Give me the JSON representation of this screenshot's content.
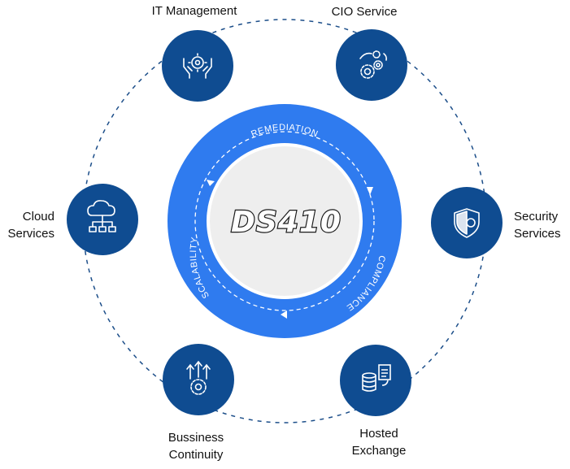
{
  "logo_text": "DS410",
  "ring_labels": {
    "top": "REMEDIATION",
    "right": "COMPLIANCE",
    "left": "SCALABILITY"
  },
  "services": [
    {
      "id": "it-management",
      "lines": [
        "IT Management"
      ],
      "icon": "hands-gear-icon"
    },
    {
      "id": "cio-service",
      "lines": [
        "CIO Service"
      ],
      "icon": "gears-icon"
    },
    {
      "id": "security-services",
      "lines": [
        "Security",
        "Services"
      ],
      "icon": "shield-gear-icon"
    },
    {
      "id": "hosted-exchange",
      "lines": [
        "Hosted",
        "Exchange"
      ],
      "icon": "database-documents-icon"
    },
    {
      "id": "business-continuity",
      "lines": [
        "Bussiness",
        "Continuity"
      ],
      "icon": "gear-arrows-up-icon"
    },
    {
      "id": "cloud-services",
      "lines": [
        "Cloud",
        "Services"
      ],
      "icon": "cloud-network-icon"
    }
  ],
  "colors": {
    "node_fill": "#0f4c91",
    "ring": "#2f7bef",
    "ring_inner_edge": "#ffffff",
    "center_fill": "#eeeeee",
    "dash": "#1d4f8a",
    "text": "#111111"
  }
}
